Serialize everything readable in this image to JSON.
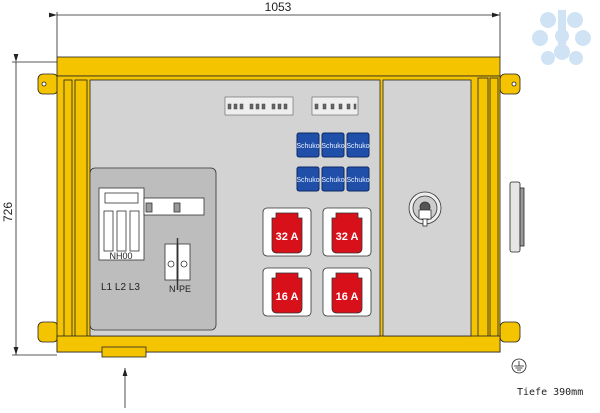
{
  "dimensions": {
    "width_label": "1053",
    "height_label": "726",
    "depth_label": "Tiefe 390mm"
  },
  "main_switch": {
    "label": "NH00",
    "phases": "L1 L2 L3"
  },
  "terminals": {
    "n_label": "N",
    "pe_label": "PE"
  },
  "schuko_sockets": [
    "Schuko",
    "Schuko",
    "Schuko",
    "Schuko",
    "Schuko",
    "Schuko"
  ],
  "cee_sockets": [
    "32 A",
    "32 A",
    "16 A",
    "16 A"
  ],
  "colors": {
    "frame": "#f5c400",
    "panel": "#d3d3d3",
    "schuko": "#1f4fa8",
    "cee": "#d8101a",
    "logo": "#cfe3f5"
  }
}
